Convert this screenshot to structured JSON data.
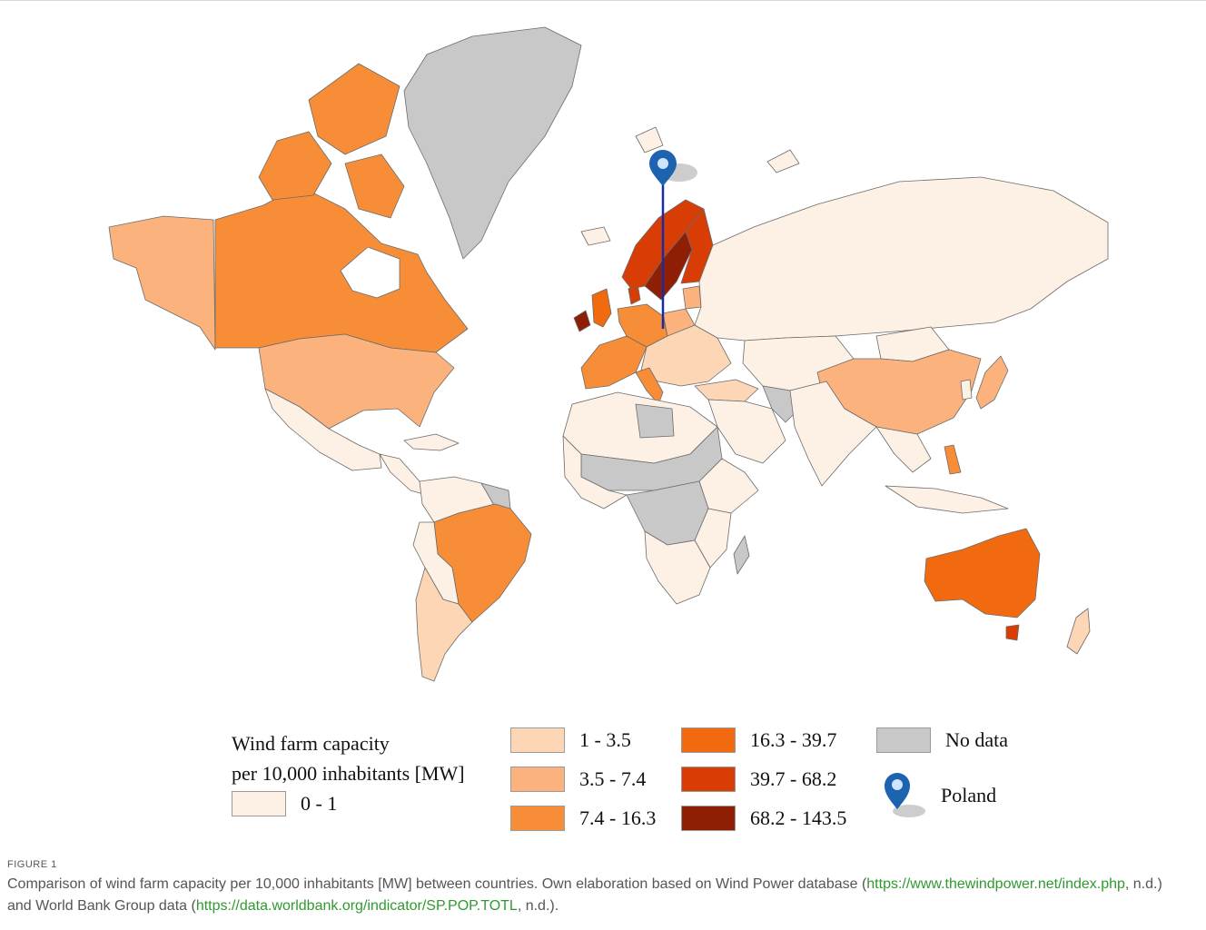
{
  "colors": {
    "c0": "#fdf0e4",
    "c1": "#fcd6b5",
    "c2": "#fbb27c",
    "c3": "#f78e37",
    "c4": "#f26a10",
    "c5": "#d83d06",
    "c6": "#8e1f05",
    "nodata": "#c8c8c8",
    "pin": "#1d63b0",
    "line": "#1a2aa0",
    "border": "#6b6b6b",
    "link": "#2f9a2f"
  },
  "legend": {
    "title_line1": "Wind farm capacity",
    "title_line2": "per 10,000 inhabitants [MW]",
    "items": [
      {
        "label": "0 - 1",
        "color_key": "c0"
      },
      {
        "label": "1 - 3.5",
        "color_key": "c1"
      },
      {
        "label": "3.5 - 7.4",
        "color_key": "c2"
      },
      {
        "label": "7.4 - 16.3",
        "color_key": "c3"
      },
      {
        "label": "16.3 - 39.7",
        "color_key": "c4"
      },
      {
        "label": "39.7 - 68.2",
        "color_key": "c5"
      },
      {
        "label": "68.2 - 143.5",
        "color_key": "c6"
      },
      {
        "label": "No data",
        "color_key": "nodata"
      }
    ],
    "marker_label": "Poland",
    "marker_icon": "map-pin-icon"
  },
  "caption": {
    "figure_label": "FIGURE 1",
    "text_before": "Comparison of wind farm capacity per 10,000 inhabitants [MW] between countries. Own elaboration based on Wind Power database (",
    "link1": "https://www.thewindpower.net/index.php",
    "text_middle": ", n.d.) and World Bank Group data (",
    "link2": "https://data.worldbank.org/indicator/SP.POP.TOTL",
    "text_after": ", n.d.)."
  }
}
